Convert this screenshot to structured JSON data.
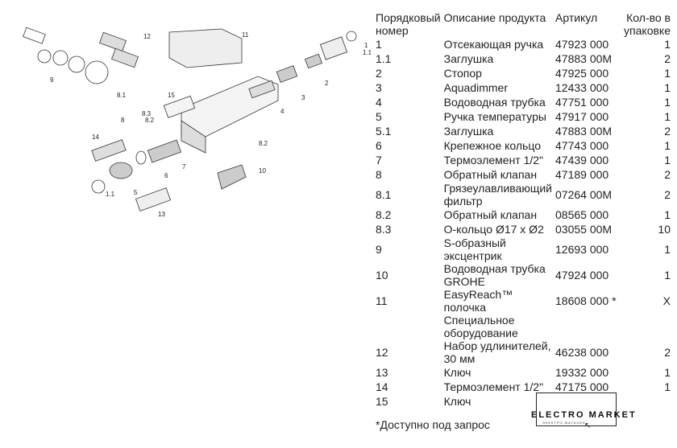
{
  "table": {
    "headers": {
      "number": "Порядковый номер",
      "description": "Описание продукта",
      "article": "Артикул",
      "quantity": "Кол-во в упаковке"
    },
    "rows": [
      {
        "number": "1",
        "description": "Отсекающая ручка",
        "article": "47923 000",
        "quantity": "1"
      },
      {
        "number": "1.1",
        "description": "Заглушка",
        "article": "47883 00M",
        "quantity": "2"
      },
      {
        "number": "2",
        "description": "Стопор",
        "article": "47925 000",
        "quantity": "1"
      },
      {
        "number": "3",
        "description": "Aquadimmer",
        "article": "12433 000",
        "quantity": "1"
      },
      {
        "number": "4",
        "description": "Водоводная трубка",
        "article": "47751 000",
        "quantity": "1"
      },
      {
        "number": "5",
        "description": "Ручка температуры",
        "article": "47917 000",
        "quantity": "1"
      },
      {
        "number": "5.1",
        "description": "Заглушка",
        "article": "47883 00M",
        "quantity": "2"
      },
      {
        "number": "6",
        "description": "Крепежное кольцо",
        "article": "47743 000",
        "quantity": "1"
      },
      {
        "number": "7",
        "description": "Термоэлемент 1/2\"",
        "article": "47439 000",
        "quantity": "1"
      },
      {
        "number": "8",
        "description": "Обратный клапан",
        "article": "47189 000",
        "quantity": "2"
      },
      {
        "number": "8.1",
        "description": "Грязеулавливающий фильтр",
        "article": "07264 00M",
        "quantity": "2"
      },
      {
        "number": "8.2",
        "description": "Обратный клапан",
        "article": "08565 000",
        "quantity": "1"
      },
      {
        "number": "8.3",
        "description": "О-кольцо Ø17 x Ø2",
        "article": "03055 00M",
        "quantity": "10"
      },
      {
        "number": "9",
        "description": "S-образный эксцентрик",
        "article": "12693 000",
        "quantity": "1"
      },
      {
        "number": "10",
        "description": "Водоводная трубка GROHE",
        "article": "47924 000",
        "quantity": "1"
      },
      {
        "number": "11",
        "description": "EasyReach™ полочка",
        "article": "18608 000 *",
        "quantity": "X"
      },
      {
        "number": "",
        "description": "Специальное оборудование",
        "article": "",
        "quantity": ""
      },
      {
        "number": "12",
        "description": "Набор удлинителей, 30 мм",
        "article": "46238 000",
        "quantity": "2"
      },
      {
        "number": "13",
        "description": "Ключ",
        "article": "19332 000",
        "quantity": "1"
      },
      {
        "number": "14",
        "description": "Термоэлемент 1/2\"",
        "article": "47175 000",
        "quantity": "1"
      },
      {
        "number": "15",
        "description": "Ключ",
        "article": "",
        "quantity": ""
      }
    ],
    "footnote": "*Доступно под запрос"
  },
  "diagram": {
    "callouts": [
      "11",
      "12",
      "1",
      "1.1",
      "9",
      "2",
      "3",
      "15",
      "8.1",
      "8.3",
      "8",
      "8.2",
      "4",
      "14",
      "8.2",
      "7",
      "6",
      "10",
      "5",
      "1.1",
      "13"
    ]
  },
  "logo": {
    "name": "ELECTRO MARKET",
    "tagline": "ЭЛЕКТРО-МАГАЗИН"
  }
}
